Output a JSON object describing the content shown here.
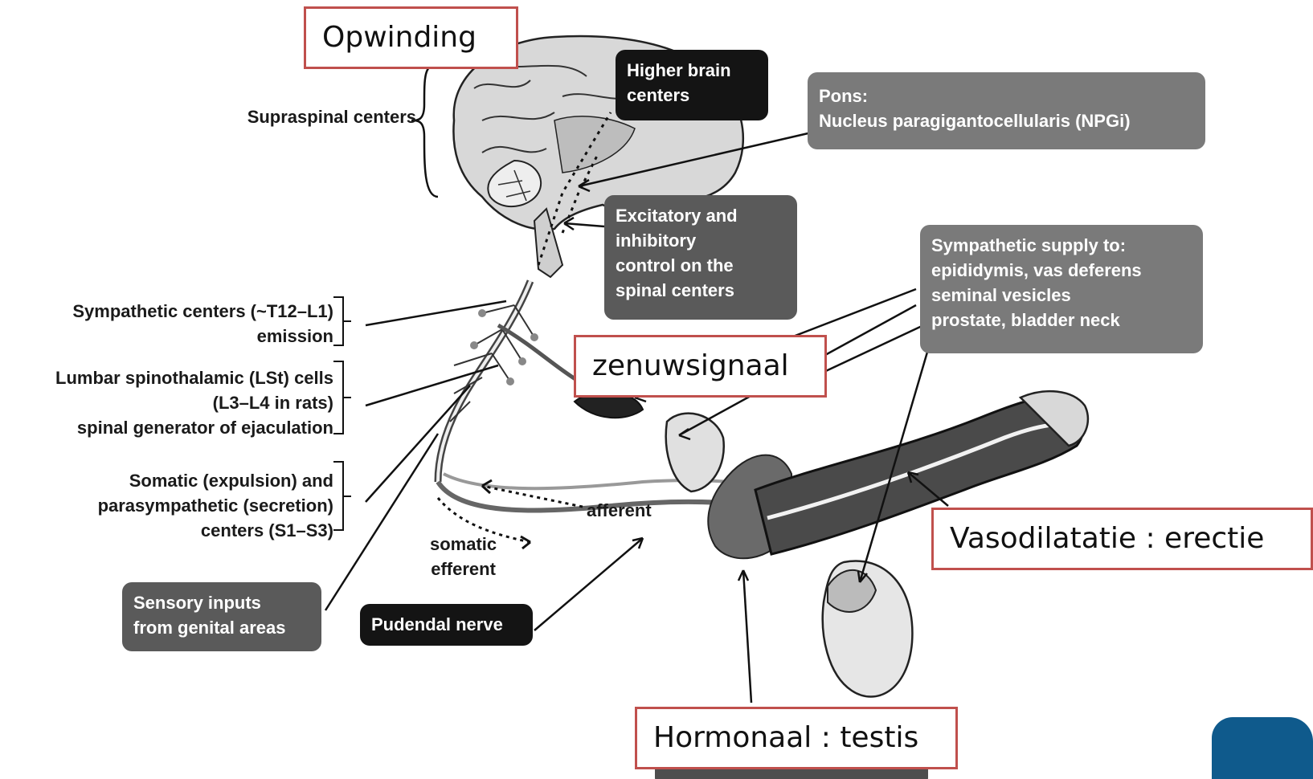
{
  "annotations": {
    "arousal": "Opwinding",
    "nerve_signal": "zenuwsignaal",
    "vasodilation": "Vasodilatatie : erectie",
    "hormonal": "Hormonaal : testis"
  },
  "labels": {
    "supraspinal": "Supraspinal centers",
    "sympathetic": [
      "Sympathetic centers (~T12–L1)",
      "emission"
    ],
    "lumbar": [
      "Lumbar spinothalamic (LSt) cells",
      "(L3–L4 in rats)",
      "spinal generator of ejaculation"
    ],
    "somatic": [
      "Somatic (expulsion) and",
      "parasympathetic (secretion)",
      "centers (S1–S3)"
    ],
    "afferent": "afferent",
    "somatic_efferent": [
      "somatic",
      "efferent"
    ]
  },
  "boxes": {
    "higher_brain": [
      "Higher brain",
      "centers"
    ],
    "pons": [
      "Pons:",
      "Nucleus paragigantocellularis (NPGi)"
    ],
    "excitatory": [
      "Excitatory and",
      "inhibitory",
      "control on the",
      "spinal centers"
    ],
    "sympathetic_supply": [
      "Sympathetic supply to:",
      "epididymis, vas deferens",
      "seminal vesicles",
      "prostate, bladder neck"
    ],
    "sensory": [
      "Sensory inputs",
      "from genital areas"
    ],
    "pudendal": "Pudendal nerve"
  },
  "colors": {
    "annotation_border": "#c0504d",
    "box_black": "#141414",
    "box_dark": "#5a5a5a",
    "box_mid": "#7a7a7a",
    "logo_blue": "#0f5a8c"
  }
}
